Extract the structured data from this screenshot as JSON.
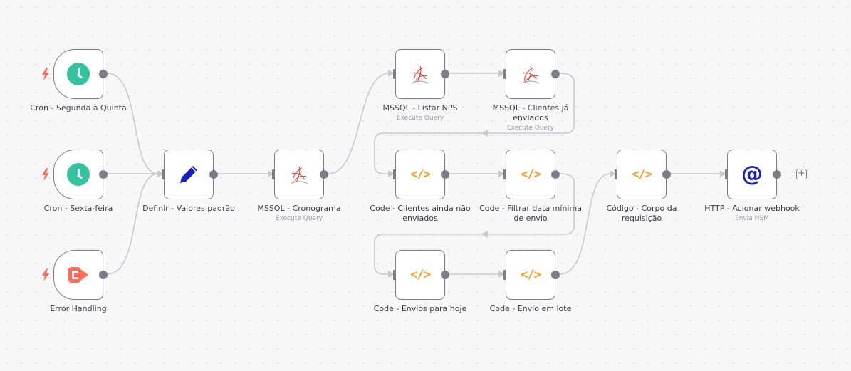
{
  "nodes": {
    "cron1": {
      "label": "Cron - Segunda à Quinta",
      "sub": "",
      "icon": "clock-icon"
    },
    "cron2": {
      "label": "Cron - Sexta-feira",
      "sub": "",
      "icon": "clock-icon"
    },
    "err": {
      "label": "Error Handling",
      "sub": "",
      "icon": "error-trigger-icon"
    },
    "definir": {
      "label": "Definir - Valores padrão",
      "sub": "",
      "icon": "pencil-icon"
    },
    "cronog": {
      "label": "MSSQL - Cronograma",
      "sub": "Execute Query",
      "icon": "mssql-icon"
    },
    "listar": {
      "label": "MSSQL - Listar NPS",
      "sub": "Execute Query",
      "icon": "mssql-icon"
    },
    "jaenv": {
      "label": "MSSQL - Clientes já enviados",
      "sub": "Execute Query",
      "icon": "mssql-icon"
    },
    "aindan": {
      "label": "Code - Clientes ainda não enviados",
      "sub": "",
      "icon": "code-icon"
    },
    "filtrar": {
      "label": "Code - Filtrar data mínima de envio",
      "sub": "",
      "icon": "code-icon"
    },
    "hoje": {
      "label": "Code - Envios para hoje",
      "sub": "",
      "icon": "code-icon"
    },
    "lote": {
      "label": "Code - Envio em lote",
      "sub": "",
      "icon": "code-icon"
    },
    "corpo": {
      "label": "Código - Corpo da requisição",
      "sub": "",
      "icon": "code-icon"
    },
    "http": {
      "label": "HTTP - Acionar webhook",
      "sub": "Envia HSM",
      "icon": "at-icon"
    }
  },
  "glyphs": {
    "code": "</>",
    "at": "@",
    "plus": "+"
  },
  "colors": {
    "clock": "#35c2a0",
    "code": "#ff9a1e",
    "at": "#1a1fbf",
    "pencil": "#1a1fbf",
    "error": "#ff6d5a",
    "bolt": "#ff6d5a",
    "mssql": "#d8392b"
  }
}
